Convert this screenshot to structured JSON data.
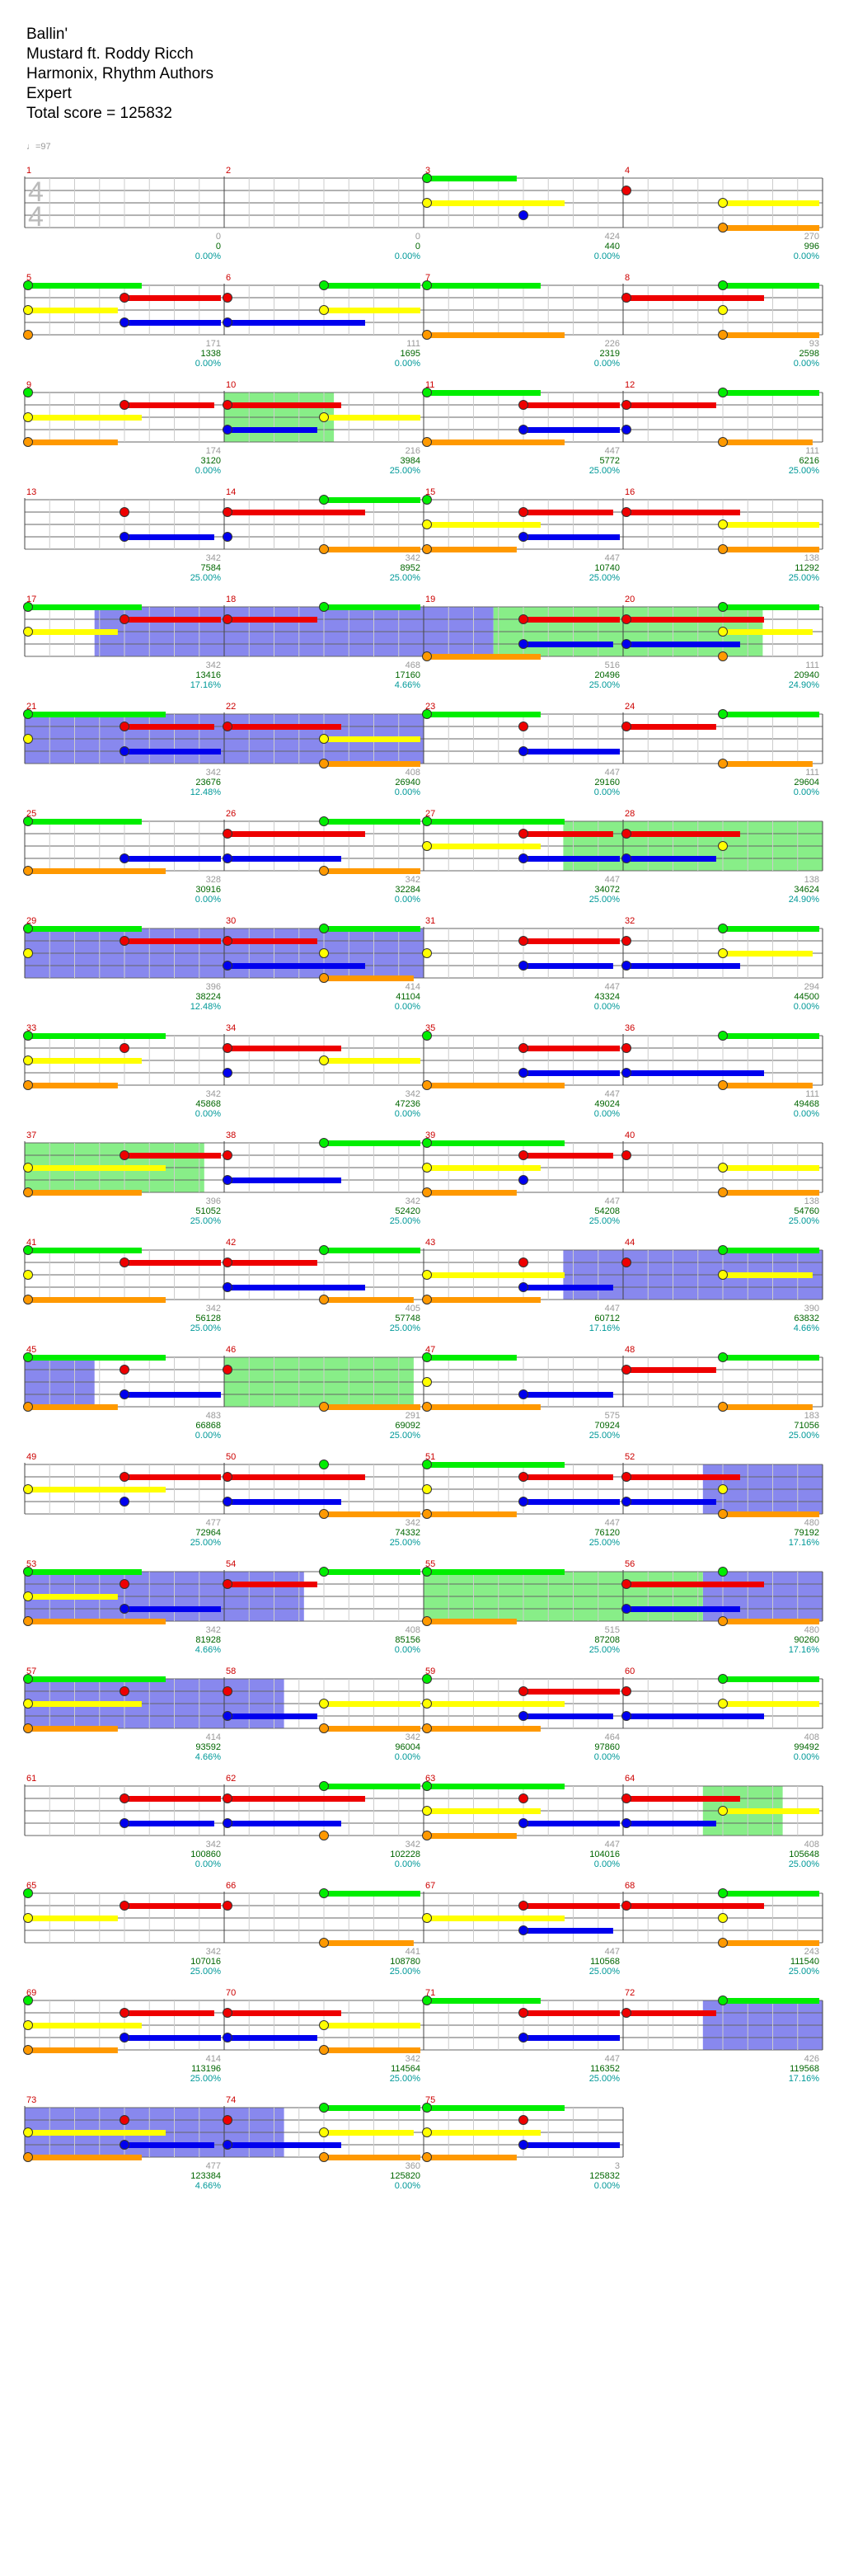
{
  "song": {
    "title": "Ballin'",
    "artist": "Mustard ft. Roddy Ricch",
    "charter": "Harmonix, Rhythm Authors",
    "difficulty": "Expert",
    "total_score": "Total score = 125832",
    "tempo": "♩=97",
    "time_signature": [
      "4",
      "4"
    ]
  },
  "colors": {
    "green": "#00ee00",
    "red": "#ee0000",
    "yellow": "#ffff00",
    "blue": "#0000ee",
    "orange": "#ff9900",
    "starpower": "#88ee88",
    "solo": "#8888ee"
  },
  "measures": [
    {
      "n": "1",
      "pts": "0",
      "score": "0",
      "mult": "0.00%"
    },
    {
      "n": "2",
      "pts": "0",
      "score": "0",
      "mult": "0.00%"
    },
    {
      "n": "3",
      "pts": "424",
      "score": "440",
      "mult": "0.00%"
    },
    {
      "n": "4",
      "pts": "270",
      "score": "996",
      "mult": "0.00%"
    },
    {
      "n": "5",
      "pts": "171",
      "score": "1338",
      "mult": "0.00%"
    },
    {
      "n": "6",
      "pts": "111",
      "score": "1695",
      "mult": "0.00%"
    },
    {
      "n": "7",
      "pts": "226",
      "score": "2319",
      "mult": "0.00%"
    },
    {
      "n": "8",
      "pts": "93",
      "score": "2598",
      "mult": "0.00%"
    },
    {
      "n": "9",
      "pts": "174",
      "score": "3120",
      "mult": "0.00%"
    },
    {
      "n": "10",
      "pts": "216",
      "score": "3984",
      "mult": "25.00%"
    },
    {
      "n": "11",
      "pts": "447",
      "score": "5772",
      "mult": "25.00%"
    },
    {
      "n": "12",
      "pts": "111",
      "score": "6216",
      "mult": "25.00%"
    },
    {
      "n": "13",
      "pts": "342",
      "score": "7584",
      "mult": "25.00%"
    },
    {
      "n": "14",
      "pts": "342",
      "score": "8952",
      "mult": "25.00%"
    },
    {
      "n": "15",
      "pts": "447",
      "score": "10740",
      "mult": "25.00%"
    },
    {
      "n": "16",
      "pts": "138",
      "score": "11292",
      "mult": "25.00%"
    },
    {
      "n": "17",
      "pts": "342",
      "score": "13416",
      "mult": "17.16%"
    },
    {
      "n": "18",
      "pts": "468",
      "score": "17160",
      "mult": "4.66%"
    },
    {
      "n": "19",
      "pts": "516",
      "score": "20496",
      "mult": "25.00%"
    },
    {
      "n": "20",
      "pts": "111",
      "score": "20940",
      "mult": "24.90%"
    },
    {
      "n": "21",
      "pts": "342",
      "score": "23676",
      "mult": "12.48%"
    },
    {
      "n": "22",
      "pts": "408",
      "score": "26940",
      "mult": "0.00%"
    },
    {
      "n": "23",
      "pts": "447",
      "score": "29160",
      "mult": "0.00%"
    },
    {
      "n": "24",
      "pts": "111",
      "score": "29604",
      "mult": "0.00%"
    },
    {
      "n": "25",
      "pts": "328",
      "score": "30916",
      "mult": "0.00%"
    },
    {
      "n": "26",
      "pts": "342",
      "score": "32284",
      "mult": "0.00%"
    },
    {
      "n": "27",
      "pts": "447",
      "score": "34072",
      "mult": "25.00%"
    },
    {
      "n": "28",
      "pts": "138",
      "score": "34624",
      "mult": "24.90%"
    },
    {
      "n": "29",
      "pts": "396",
      "score": "38224",
      "mult": "12.48%"
    },
    {
      "n": "30",
      "pts": "414",
      "score": "41104",
      "mult": "0.00%"
    },
    {
      "n": "31",
      "pts": "447",
      "score": "43324",
      "mult": "0.00%"
    },
    {
      "n": "32",
      "pts": "294",
      "score": "44500",
      "mult": "0.00%"
    },
    {
      "n": "33",
      "pts": "342",
      "score": "45868",
      "mult": "0.00%"
    },
    {
      "n": "34",
      "pts": "342",
      "score": "47236",
      "mult": "0.00%"
    },
    {
      "n": "35",
      "pts": "447",
      "score": "49024",
      "mult": "0.00%"
    },
    {
      "n": "36",
      "pts": "111",
      "score": "49468",
      "mult": "0.00%"
    },
    {
      "n": "37",
      "pts": "396",
      "score": "51052",
      "mult": "25.00%"
    },
    {
      "n": "38",
      "pts": "342",
      "score": "52420",
      "mult": "25.00%"
    },
    {
      "n": "39",
      "pts": "447",
      "score": "54208",
      "mult": "25.00%"
    },
    {
      "n": "40",
      "pts": "138",
      "score": "54760",
      "mult": "25.00%"
    },
    {
      "n": "41",
      "pts": "342",
      "score": "56128",
      "mult": "25.00%"
    },
    {
      "n": "42",
      "pts": "405",
      "score": "57748",
      "mult": "25.00%"
    },
    {
      "n": "43",
      "pts": "447",
      "score": "60712",
      "mult": "17.16%"
    },
    {
      "n": "44",
      "pts": "390",
      "score": "63832",
      "mult": "4.66%"
    },
    {
      "n": "45",
      "pts": "483",
      "score": "66868",
      "mult": "0.00%"
    },
    {
      "n": "46",
      "pts": "291",
      "score": "69092",
      "mult": "25.00%"
    },
    {
      "n": "47",
      "pts": "575",
      "score": "70924",
      "mult": "25.00%"
    },
    {
      "n": "48",
      "pts": "183",
      "score": "71056",
      "mult": "25.00%"
    },
    {
      "n": "49",
      "pts": "477",
      "score": "72964",
      "mult": "25.00%"
    },
    {
      "n": "50",
      "pts": "342",
      "score": "74332",
      "mult": "25.00%"
    },
    {
      "n": "51",
      "pts": "447",
      "score": "76120",
      "mult": "25.00%"
    },
    {
      "n": "52",
      "pts": "480",
      "score": "79192",
      "mult": "17.16%"
    },
    {
      "n": "53",
      "pts": "342",
      "score": "81928",
      "mult": "4.66%"
    },
    {
      "n": "54",
      "pts": "408",
      "score": "85156",
      "mult": "0.00%"
    },
    {
      "n": "55",
      "pts": "515",
      "score": "87208",
      "mult": "25.00%"
    },
    {
      "n": "56",
      "pts": "480",
      "score": "90260",
      "mult": "17.16%"
    },
    {
      "n": "57",
      "pts": "414",
      "score": "93592",
      "mult": "4.66%"
    },
    {
      "n": "58",
      "pts": "342",
      "score": "96004",
      "mult": "0.00%"
    },
    {
      "n": "59",
      "pts": "464",
      "score": "97860",
      "mult": "0.00%"
    },
    {
      "n": "60",
      "pts": "408",
      "score": "99492",
      "mult": "0.00%"
    },
    {
      "n": "61",
      "pts": "342",
      "score": "100860",
      "mult": "0.00%"
    },
    {
      "n": "62",
      "pts": "342",
      "score": "102228",
      "mult": "0.00%"
    },
    {
      "n": "63",
      "pts": "447",
      "score": "104016",
      "mult": "0.00%"
    },
    {
      "n": "64",
      "pts": "408",
      "score": "105648",
      "mult": "25.00%"
    },
    {
      "n": "65",
      "pts": "342",
      "score": "107016",
      "mult": "25.00%"
    },
    {
      "n": "66",
      "pts": "441",
      "score": "108780",
      "mult": "25.00%"
    },
    {
      "n": "67",
      "pts": "447",
      "score": "110568",
      "mult": "25.00%"
    },
    {
      "n": "68",
      "pts": "243",
      "score": "111540",
      "mult": "25.00%"
    },
    {
      "n": "69",
      "pts": "414",
      "score": "113196",
      "mult": "25.00%"
    },
    {
      "n": "70",
      "pts": "342",
      "score": "114564",
      "mult": "25.00%"
    },
    {
      "n": "71",
      "pts": "447",
      "score": "116352",
      "mult": "25.00%"
    },
    {
      "n": "72",
      "pts": "426",
      "score": "119568",
      "mult": "17.16%"
    },
    {
      "n": "73",
      "pts": "477",
      "score": "123384",
      "mult": "4.66%"
    },
    {
      "n": "74",
      "pts": "360",
      "score": "125820",
      "mult": "0.00%"
    },
    {
      "n": "75",
      "pts": "3",
      "score": "125832",
      "mult": "0.00%"
    }
  ]
}
